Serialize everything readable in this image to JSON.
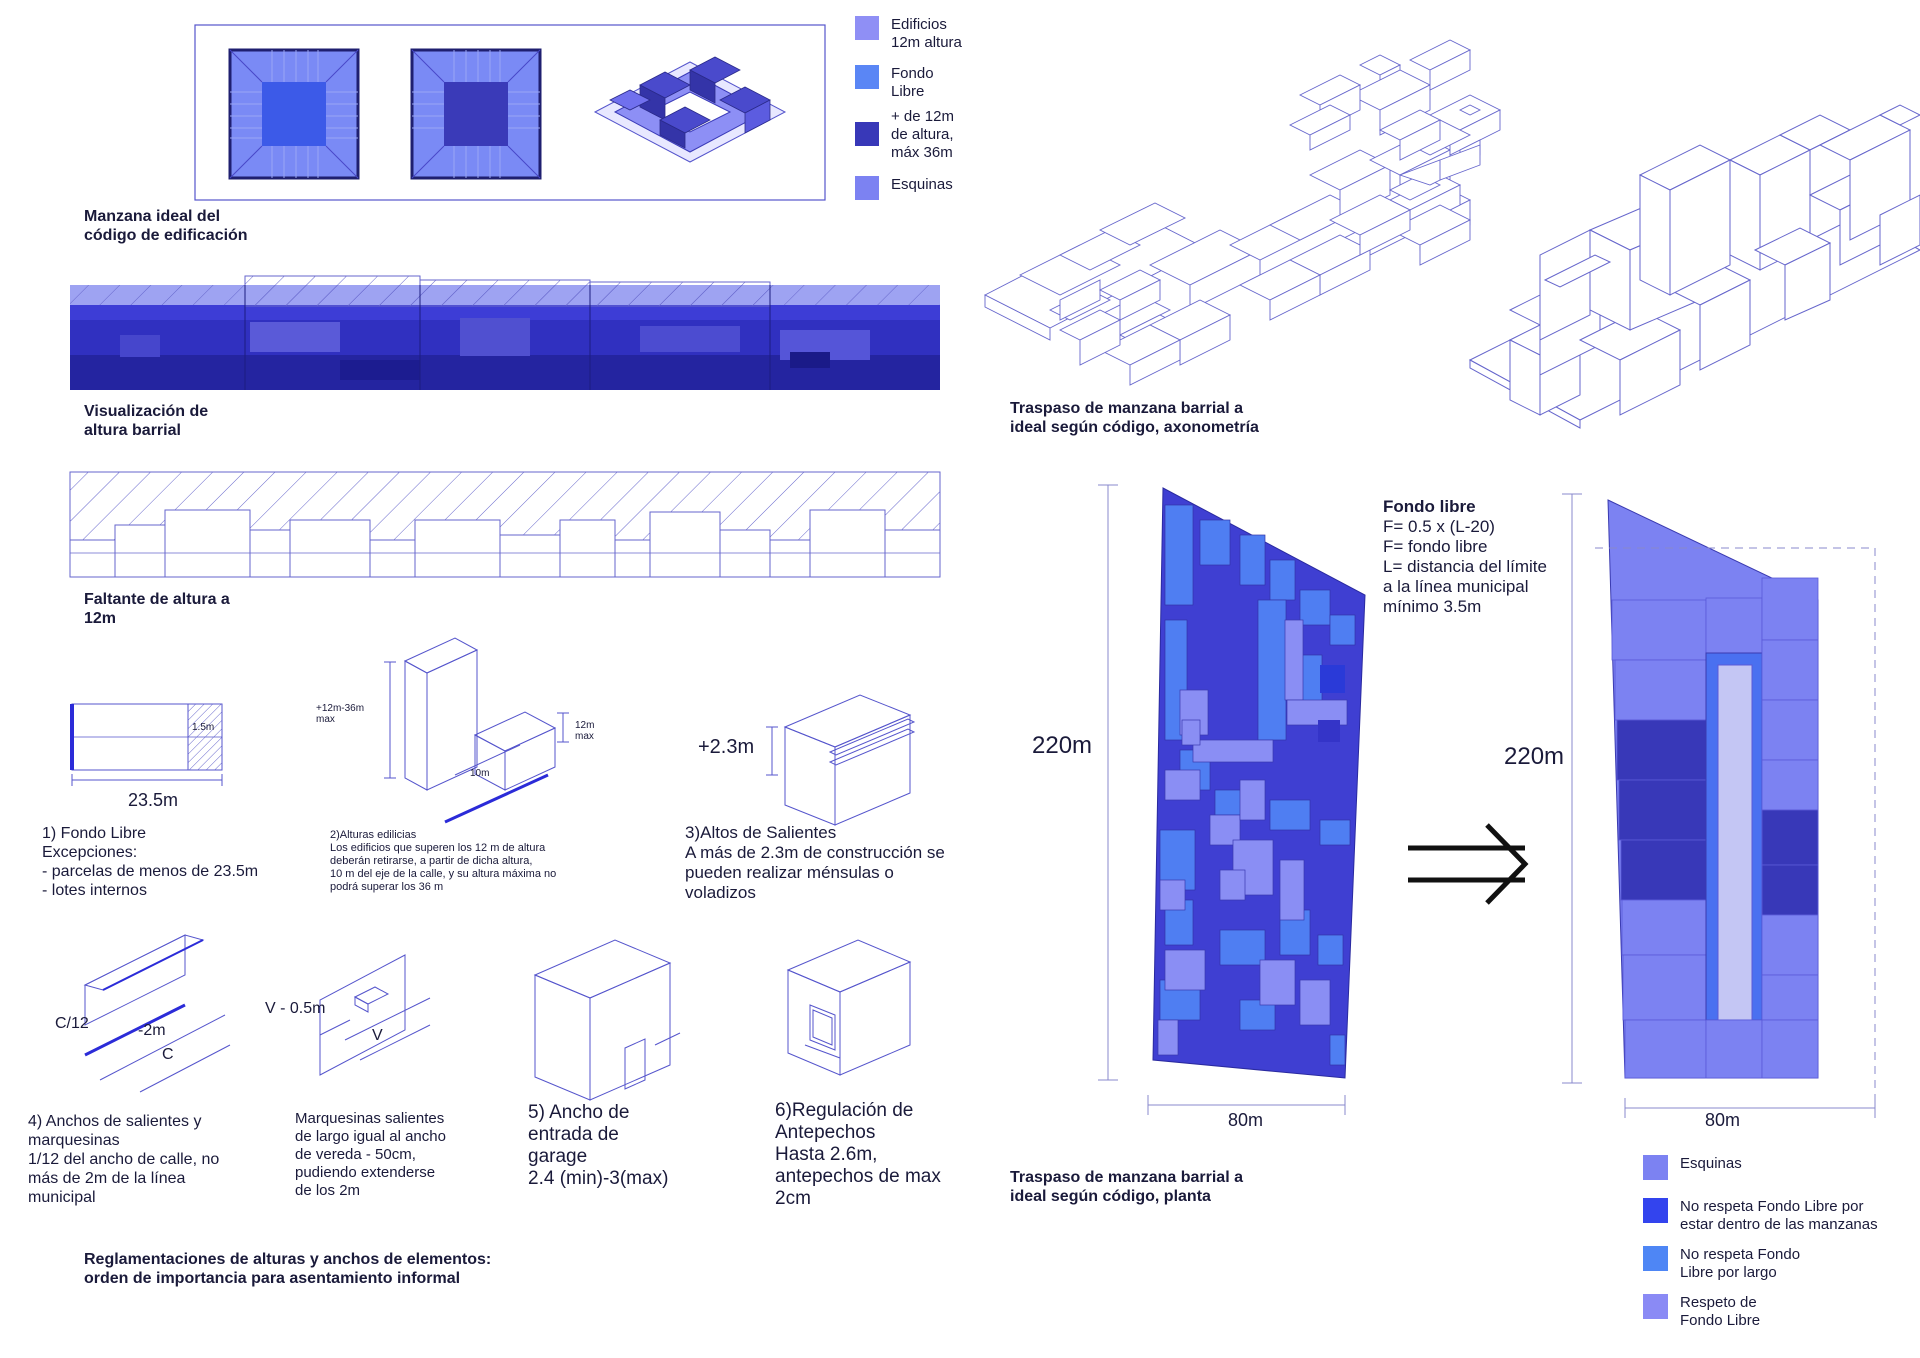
{
  "colors": {
    "edificios": "#8f8ff5",
    "fondo_libre": "#5a86f5",
    "mas_12m": "#3838b8",
    "esquinas": "#7c82f2",
    "no_respeta_manzanas": "#3344ee",
    "no_respeta_largo": "#4e86f5",
    "respeto": "#8a8af5",
    "line": "#5555cc"
  },
  "top_legend": [
    {
      "label": "Edificios\n12m altura",
      "color": "#8f8ff5"
    },
    {
      "label": "Fondo\nLibre",
      "color": "#5a86f5"
    },
    {
      "label": "  + de 12m\nde altura,\nmáx 36m",
      "color": "#3838b8"
    },
    {
      "label": "Esquinas",
      "color": "#7c82f2"
    }
  ],
  "captions": {
    "manzana_ideal": "Manzana ideal del\ncódigo de edificación",
    "visualizacion": "Visualización de\naltura barrial",
    "faltante": "Faltante de altura a\n12m",
    "traspaso_axo": "Traspaso de manzana barrial a\nideal según código, axonometría",
    "traspaso_planta": "Traspaso de manzana barrial a\nideal según código, planta",
    "reglamentaciones": "Reglamentaciones de alturas y anchos de elementos:\norden de importancia para asentamiento informal"
  },
  "rules": {
    "r1": {
      "dim_15": "1.5m",
      "dim_235": "23.5m",
      "text": "1) Fondo Libre\nExcepciones:\n- parcelas de menos de 23.5m\n- lotes internos"
    },
    "r2": {
      "dim_max": "+12m-36m\nmax",
      "dim_12": "12m\nmax",
      "dim_10": "10m",
      "text": "2)Alturas edilicias\nLos edificios que superen los 12 m de altura\ndeberán retirarse, a partir de dicha altura,\n10 m del eje de la calle, y su altura máxima no\npodrá superar los 36 m"
    },
    "r3": {
      "dim": "+2.3m",
      "text": "3)Altos de Salientes\nA más de 2.3m de construcción se\npueden realizar ménsulas o\nvoladizos"
    },
    "r4": {
      "c12": "C/12",
      "m2": "-2m",
      "c": "C",
      "text": "4) Anchos de salientes y\nmarquesinas\n1/12 del ancho de calle, no\nmás de 2m de la línea\nmunicipal"
    },
    "r4b": {
      "v05": "V - 0.5m",
      "v": "V",
      "text": "Marquesinas salientes\nde largo igual al ancho\nde vereda - 50cm,\npudiendo extenderse\nde los 2m"
    },
    "r5": {
      "text": "5) Ancho de\nentrada de\ngarage\n2.4 (min)-3(max)"
    },
    "r6": {
      "text": "6)Regulación de\nAntepechos\nHasta 2.6m,\nantepechos de max\n2cm"
    }
  },
  "fondo_libre_info": {
    "title": "Fondo libre",
    "body": "F= 0.5 x (L-20)\nF= fondo libre\nL= distancia del límite\na la línea municipal\nmínimo 3.5m"
  },
  "plan_dims": {
    "h1": "220m",
    "w1": "80m",
    "h2": "220m",
    "w2": "80m"
  },
  "bottom_legend": [
    {
      "label": "Esquinas",
      "color": "#7c82f2"
    },
    {
      "label": "No respeta Fondo Libre por\nestar dentro de las manzanas",
      "color": "#3344ee"
    },
    {
      "label": "No respeta Fondo\nLibre por largo",
      "color": "#4e86f5"
    },
    {
      "label": "Respeto de\nFondo Libre",
      "color": "#8a8af5"
    }
  ]
}
